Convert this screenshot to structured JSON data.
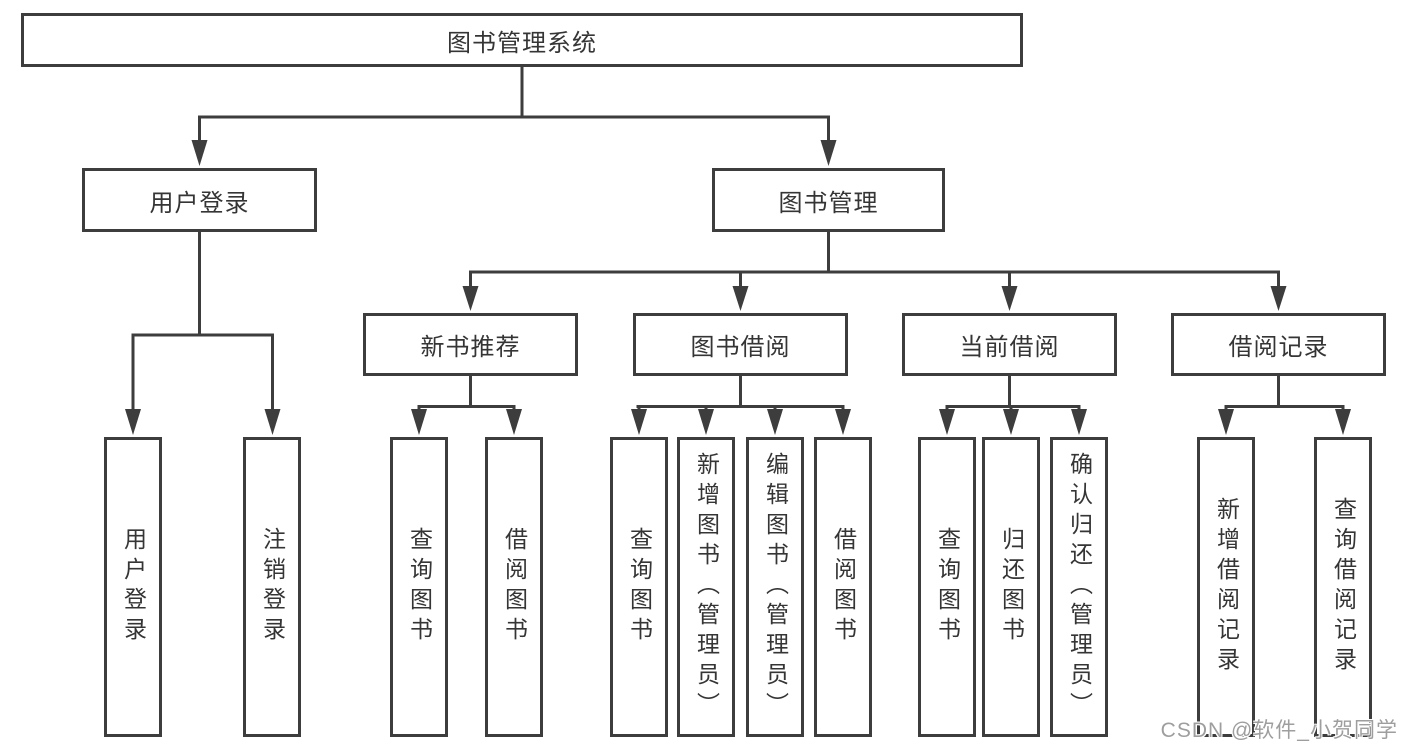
{
  "diagram": {
    "root": {
      "label": "图书管理系统",
      "children": [
        {
          "label": "用户登录",
          "children": [
            {
              "label": "用户登录"
            },
            {
              "label": "注销登录"
            }
          ]
        },
        {
          "label": "图书管理",
          "children": [
            {
              "label": "新书推荐",
              "children": [
                {
                  "label": "查询图书"
                },
                {
                  "label": "借阅图书"
                }
              ]
            },
            {
              "label": "图书借阅",
              "children": [
                {
                  "label": "查询图书"
                },
                {
                  "label": "新增图书（管理员）"
                },
                {
                  "label": "编辑图书（管理员）"
                },
                {
                  "label": "借阅图书"
                }
              ]
            },
            {
              "label": "当前借阅",
              "children": [
                {
                  "label": "查询图书"
                },
                {
                  "label": "归还图书"
                },
                {
                  "label": "确认归还（管理员）"
                }
              ]
            },
            {
              "label": "借阅记录",
              "children": [
                {
                  "label": "新增借阅记录"
                },
                {
                  "label": "查询借阅记录"
                }
              ]
            }
          ]
        }
      ]
    },
    "colors": {
      "line": "#3d3d3d",
      "text": "#353535",
      "background": "#ffffff",
      "watermark": "#9e9e9e"
    }
  },
  "watermark": {
    "text": "CSDN @软件_小贺同学"
  }
}
